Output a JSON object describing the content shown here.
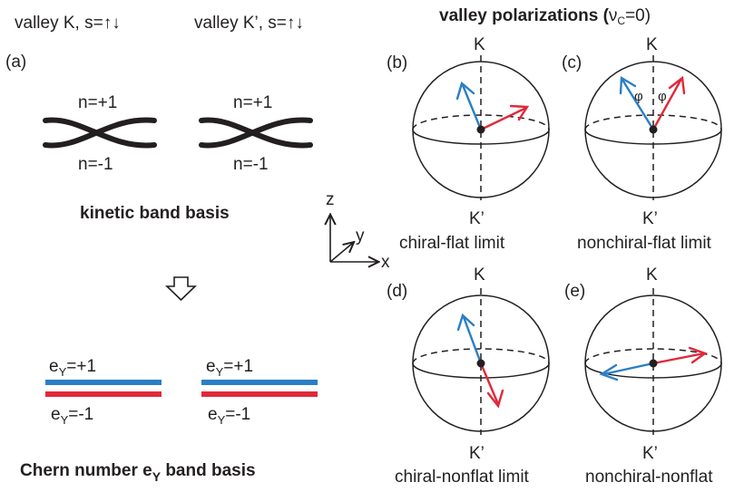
{
  "header": {
    "valley_k": "valley K, s=",
    "valley_kp": "valley K’, s=",
    "spin_symbol": "↑↓",
    "title_prefix": "valley polarizations (",
    "nu": "ν",
    "nu_sub": "C",
    "title_suffix": "=0)"
  },
  "panel_a": {
    "label": "(a)",
    "n_plus": "n=+1",
    "n_minus": "n=-1",
    "kinetic_caption": "kinetic band basis",
    "e_plus": "=+1",
    "e_minus": "=-1",
    "e_letter": "e",
    "e_sub": "Y",
    "chern_caption": "Chern number e",
    "chern_sub": "Y",
    "chern_suffix": " band basis"
  },
  "axes": {
    "z": "z",
    "y": "y",
    "x": "x"
  },
  "spheres": [
    {
      "label": "(b)",
      "top": "K",
      "bottom": "K’",
      "caption": "chiral-flat limit"
    },
    {
      "label": "(c)",
      "top": "K",
      "bottom": "K’",
      "caption": "nonchiral-flat limit",
      "angle": "φ"
    },
    {
      "label": "(d)",
      "top": "K",
      "bottom": "K’",
      "caption": "chiral-nonflat limit"
    },
    {
      "label": "(e)",
      "top": "K",
      "bottom": "K’",
      "caption": "nonchiral-nonflat"
    }
  ],
  "colors": {
    "blue": "#2a7fc4",
    "red": "#e0293a",
    "ink": "#231f20"
  }
}
